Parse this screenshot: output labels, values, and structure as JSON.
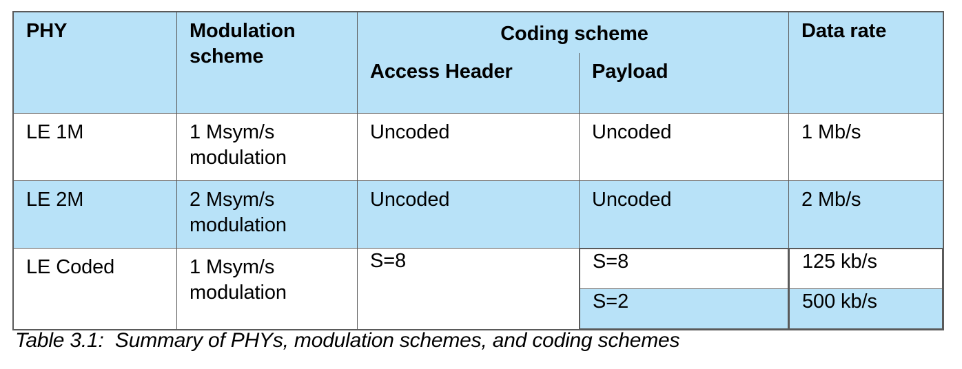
{
  "table": {
    "caption": "Table 3.1:  Summary of PHYs, modulation schemes, and coding schemes",
    "accent_header_bg": "#b8e2f8",
    "stripe_bg": "#b8e2f8",
    "border_color": "#5a5a5a",
    "group_header": "Coding scheme",
    "columns": [
      "PHY",
      "Modulation scheme",
      "Access Header",
      "Payload",
      "Data rate"
    ],
    "column_lines": {
      "phy": "PHY",
      "modulation_line1": "Modulation",
      "modulation_line2": "scheme",
      "access_header": "Access Header",
      "payload": "Payload",
      "data_rate": "Data rate"
    },
    "rows": [
      {
        "phy": "LE 1M",
        "modulation_line1": "1 Msym/s",
        "modulation_line2": "modulation",
        "access_header": "Uncoded",
        "payload": "Uncoded",
        "data_rate": "1 Mb/s",
        "shaded": false
      },
      {
        "phy": "LE 2M",
        "modulation_line1": "2 Msym/s",
        "modulation_line2": "modulation",
        "access_header": "Uncoded",
        "payload": "Uncoded",
        "data_rate": "2 Mb/s",
        "shaded": true
      },
      {
        "phy": "LE Coded",
        "modulation_line1": "1 Msym/s",
        "modulation_line2": "modulation",
        "access_header": "S=8",
        "shaded": false,
        "subrows": [
          {
            "payload": "S=8",
            "data_rate": "125 kb/s",
            "shaded": false
          },
          {
            "payload": "S=2",
            "data_rate": "500 kb/s",
            "shaded": true
          }
        ]
      }
    ]
  }
}
